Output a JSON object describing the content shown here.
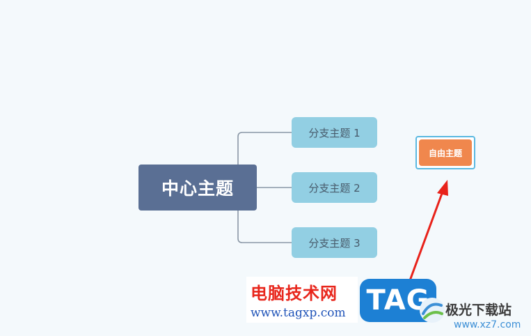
{
  "mindmap": {
    "central_topic": "中心主题",
    "branches": [
      {
        "label": "分支主题 1"
      },
      {
        "label": "分支主题 2"
      },
      {
        "label": "分支主题 3"
      }
    ],
    "free_topic": "自由主题"
  },
  "colors": {
    "background": "#f4f9fc",
    "central_fill": "#5a6f94",
    "branch_fill": "#92cfe3",
    "free_topic_fill": "#f0874d",
    "selection_outline": "#5ab8e0",
    "connector": "#8a97a6",
    "annotation_arrow": "#e8221a"
  },
  "watermark": {
    "site_name_cn": "电脑技术网",
    "site_url": "www.tagxp.com",
    "tag_badge": "TAG",
    "download_site_name": "极光下载站",
    "download_site_url": "www.xz7.com"
  }
}
